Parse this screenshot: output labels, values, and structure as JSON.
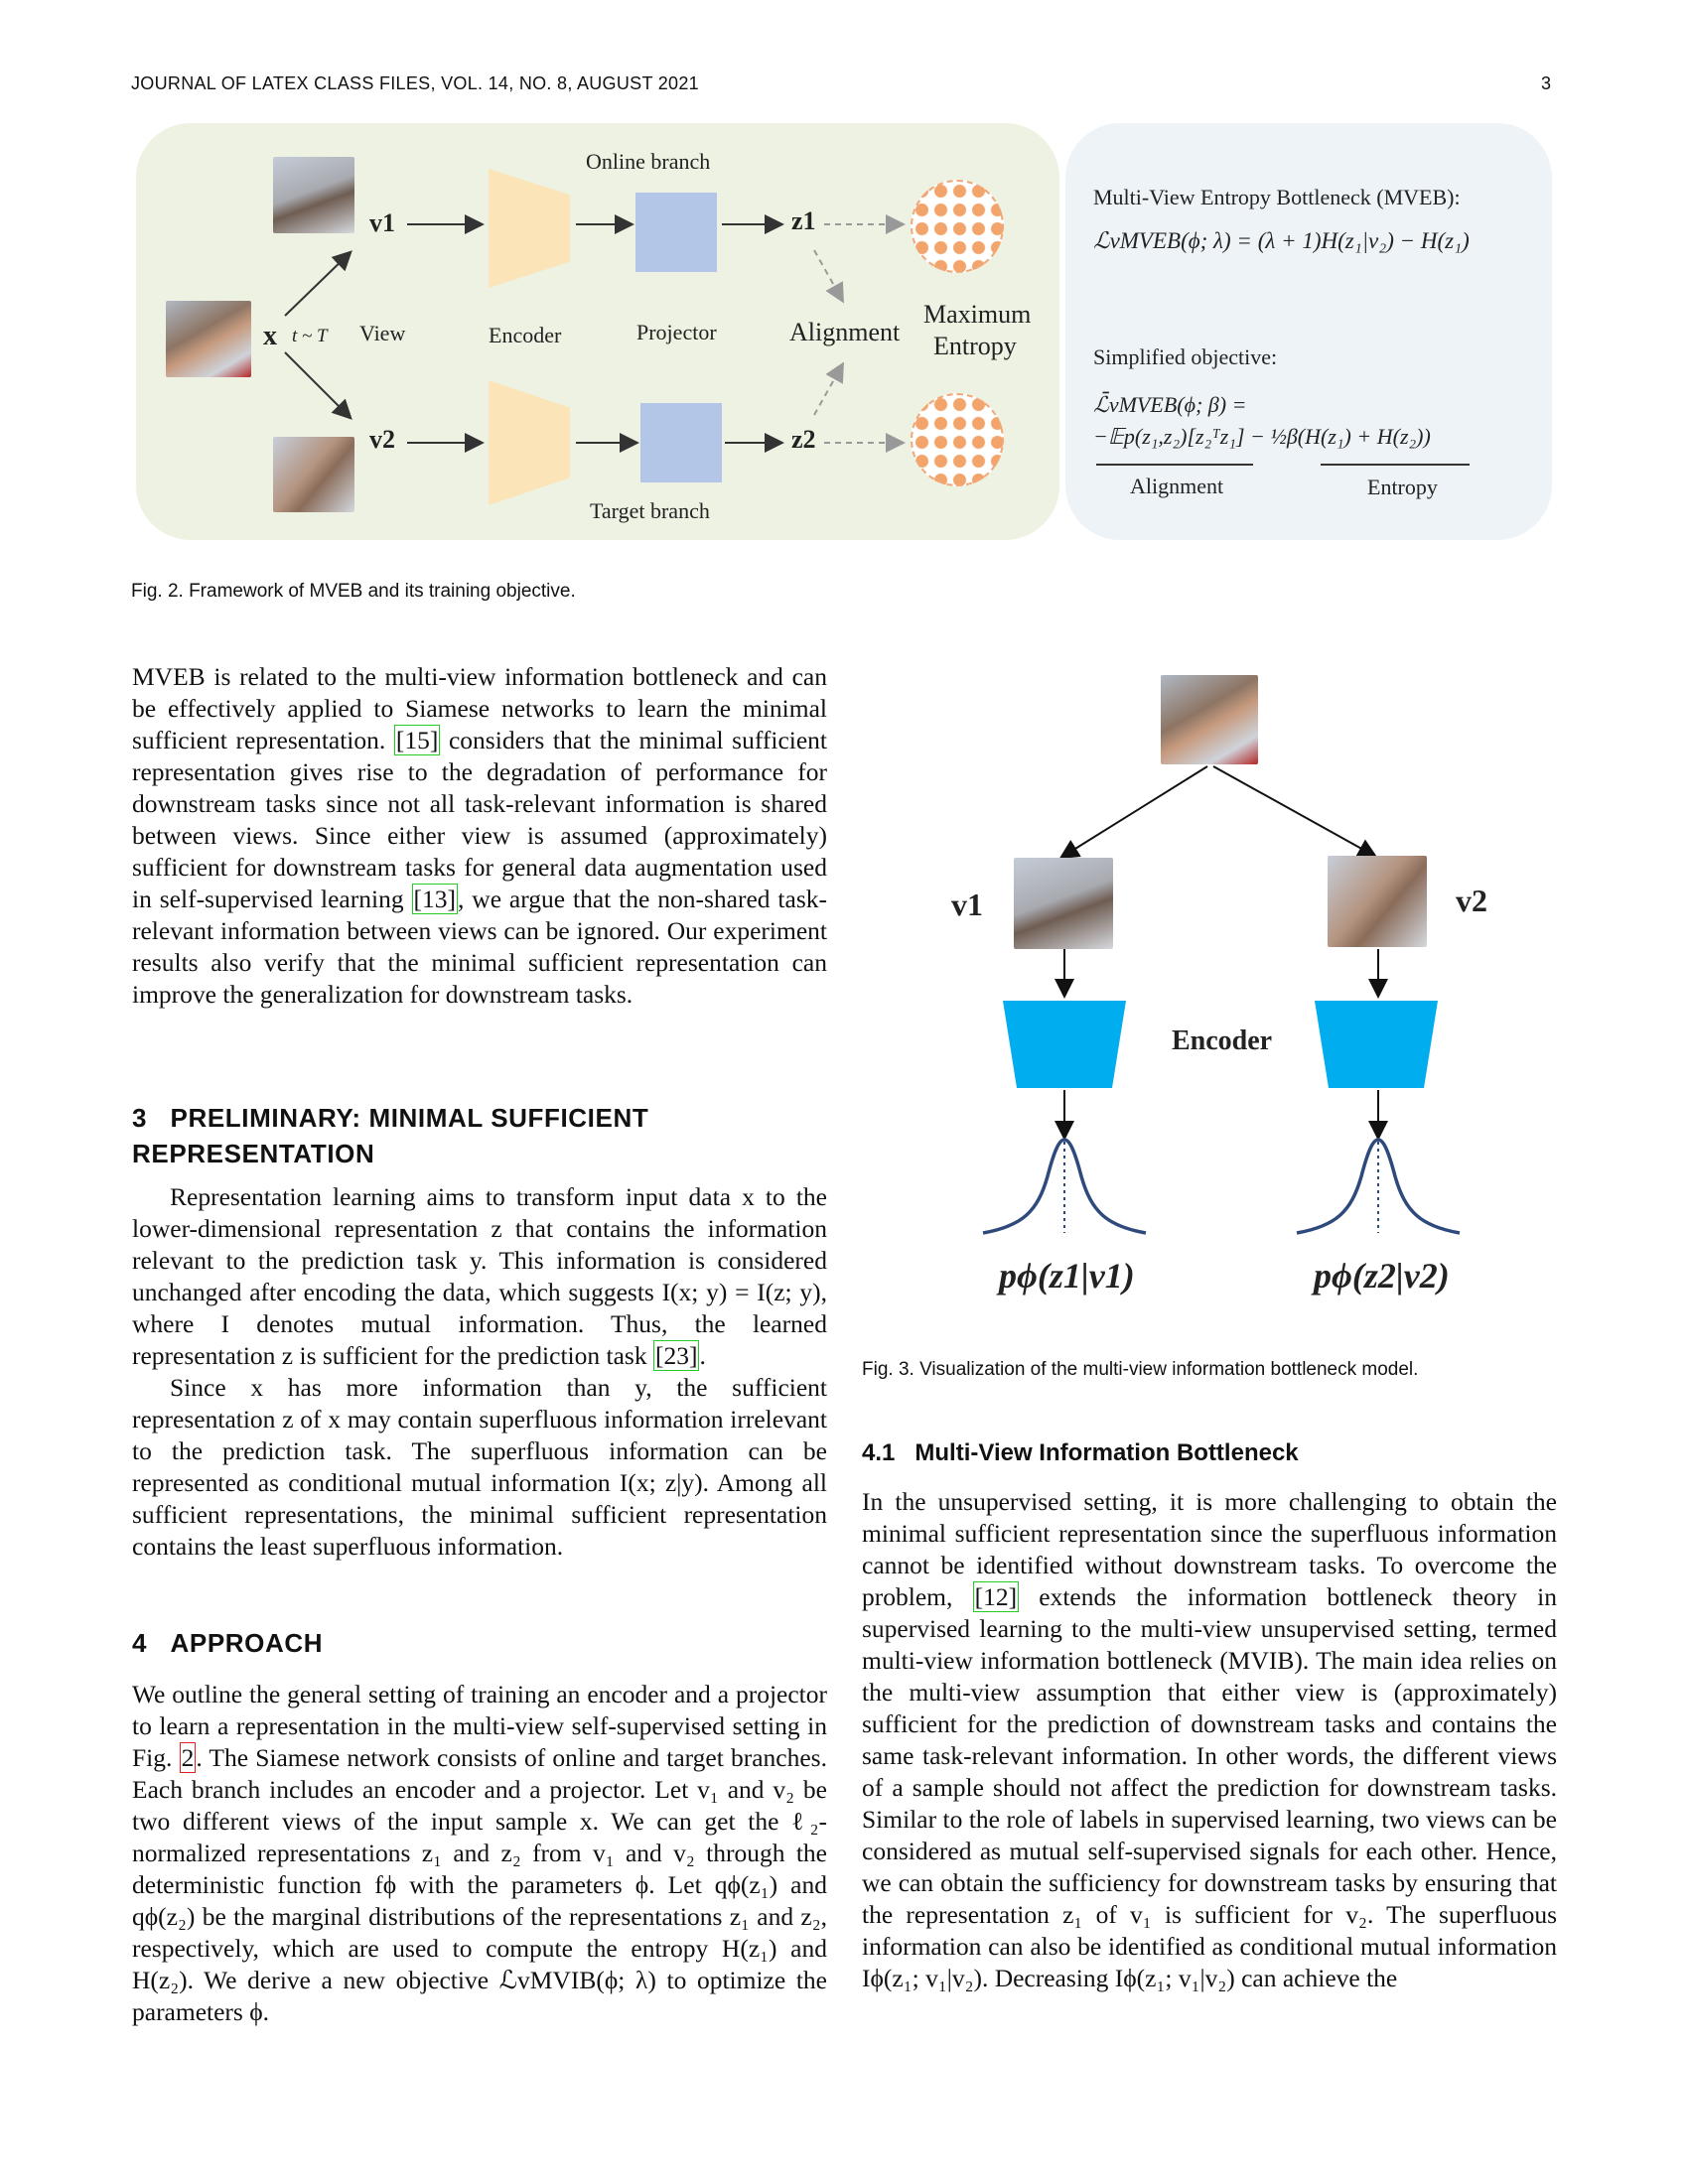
{
  "header": {
    "left": "JOURNAL OF LATEX CLASS FILES, VOL. 14, NO. 8, AUGUST 2021",
    "page_number": "3"
  },
  "fig2": {
    "online_branch": "Online branch",
    "target_branch": "Target branch",
    "x": "x",
    "t_sample": "t ~ T",
    "view": "View",
    "v1": "v1",
    "v2": "v2",
    "encoder": "Encoder",
    "projector": "Projector",
    "z1": "z1",
    "z2": "z2",
    "alignment": "Alignment",
    "maximum": "Maximum",
    "entropy": "Entropy",
    "mveb_title": "Multi-View Entropy Bottleneck (MVEB):",
    "mveb_formula": "ℒvMVEB(ϕ; λ) = (λ + 1)H(z₁|v₂) − H(z₁)",
    "simplified_title": "Simplified objective:",
    "simplified_line1": "ℒ̄vMVEB(ϕ; β) =",
    "simplified_line2": "−𝔼p(z₁,z₂)[z₂ᵀz₁] − ½β(H(z₁) + H(z₂))",
    "alignment_label": "Alignment",
    "entropy_label": "Entropy",
    "caption": "Fig. 2. Framework of MVEB and its training objective."
  },
  "fig3": {
    "v1": "v1",
    "v2": "v2",
    "encoder": "Encoder",
    "p1": "pϕ(z1|v1)",
    "p2": "pϕ(z2|v2)",
    "caption": "Fig. 3. Visualization of the multi-view information bottleneck model.",
    "colors": {
      "encoder": "#00aeef",
      "curve": "#2e4a7d"
    }
  },
  "left_col": {
    "para1_a": "MVEB is related to the multi-view information bottleneck and can be effectively applied to Siamese networks to learn the minimal sufficient representation. ",
    "para1_ref1": "[15]",
    "para1_b": " considers that the minimal sufficient representation gives rise to the degradation of performance for downstream tasks since not all task-relevant information is shared between views. Since either view is assumed (approximately) sufficient for downstream tasks for general data augmentation used in self-supervised learning ",
    "para1_ref2": "[13]",
    "para1_c": ", we argue that the non-shared task-relevant information between views can be ignored. Our experiment results also verify that the minimal sufficient representation can improve the generalization for downstream tasks.",
    "sec3_num": "3",
    "sec3_title": "PRELIMINARY: MINIMAL SUFFICIENT REPRESENTATION",
    "para2_a": "Representation learning aims to transform input data x to the lower-dimensional representation z that contains the information relevant to the prediction task y. This information is considered unchanged after encoding the data, which suggests I(x; y) = I(z; y), where I denotes mutual information. Thus, the learned representation z is sufficient for the prediction task ",
    "para2_ref": "[23]",
    "para2_b": ".",
    "para3": "Since x has more information than y, the sufficient representation z of x may contain superfluous information irrelevant to the prediction task. The superfluous information can be represented as conditional mutual information I(x; z|y). Among all sufficient representations, the minimal sufficient representation contains the least superfluous information.",
    "sec4_num": "4",
    "sec4_title": "APPROACH",
    "para4_a": "We outline the general setting of training an encoder and a projector to learn a representation in the multi-view self-supervised setting in Fig. ",
    "para4_ref": "2",
    "para4_b": ". The Siamese network consists of online and target branches. Each branch includes an encoder and a projector. Let v₁ and v₂ be two different views of the input sample x. We can get the ℓ₂-normalized representations z₁ and z₂ from v₁ and v₂ through the deterministic function fϕ with the parameters ϕ. Let qϕ(z₁) and qϕ(z₂) be the marginal distributions of the representations z₁ and z₂, respectively, which are used to compute the entropy H(z₁) and H(z₂). We derive a new objective ℒvMVIB(ϕ; λ) to optimize the parameters ϕ."
  },
  "right_col": {
    "sec41_num": "4.1",
    "sec41_title": "Multi-View Information Bottleneck",
    "para_a": "In the unsupervised setting, it is more challenging to obtain the minimal sufficient representation since the superfluous information cannot be identified without downstream tasks. To overcome the problem, ",
    "para_ref": "[12]",
    "para_b": " extends the information bottleneck theory in supervised learning to the multi-view unsupervised setting, termed multi-view information bottleneck (MVIB). The main idea relies on the multi-view assumption that either view is (approximately) sufficient for the prediction of downstream tasks and contains the same task-relevant information. In other words, the different views of a sample should not affect the prediction for downstream tasks. Similar to the role of labels in supervised learning, two views can be considered as mutual self-supervised signals for each other. Hence, we can obtain the sufficiency for downstream tasks by ensuring that the representation z₁ of v₁ is sufficient for v₂. The superfluous information can also be identified as conditional mutual information Iϕ(z₁; v₁|v₂). Decreasing Iϕ(z₁; v₁|v₂) can achieve the"
  }
}
